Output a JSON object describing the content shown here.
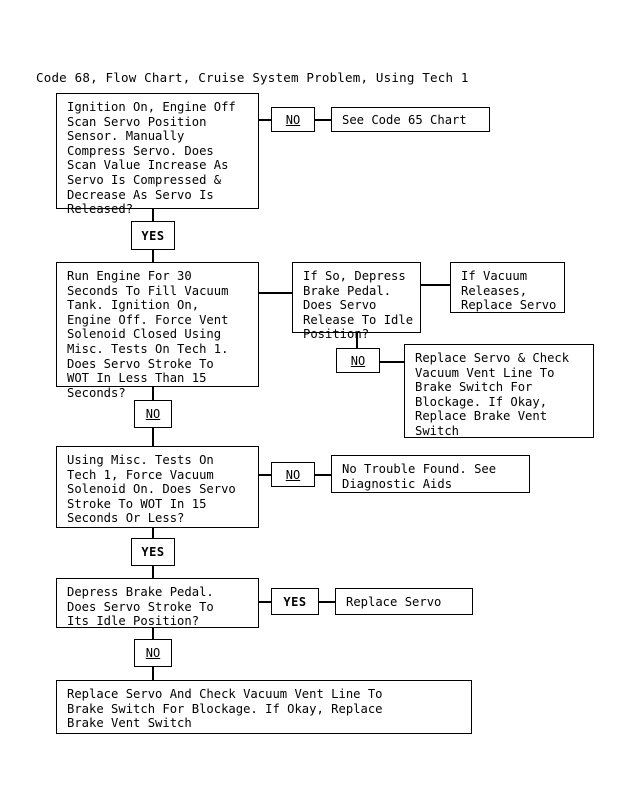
{
  "title": "Code 68, Flow Chart, Cruise System Problem, Using Tech 1",
  "boxes": {
    "step1": "Ignition On, Engine Off\nScan Servo Position\nSensor. Manually\nCompress Servo. Does\nScan Value Increase As\nServo Is Compressed &\nDecrease As Servo Is\nReleased?",
    "code65": "See Code 65 Chart",
    "step2": "Run Engine For 30\nSeconds To Fill Vacuum\nTank. Ignition On,\nEngine Off. Force Vent\nSolenoid Closed Using\nMisc. Tests On Tech 1.\nDoes Servo Stroke To\nWOT In Less Than 15\nSeconds?",
    "step2b": "If So, Depress\nBrake Pedal.\nDoes Servo\nRelease To Idle\nPosition?",
    "vacuum_release": "If Vacuum\nReleases,\nReplace Servo",
    "replace_servo_check": "Replace Servo & Check\nVacuum Vent Line To\nBrake Switch For\nBlockage. If Okay,\nReplace Brake Vent\nSwitch",
    "step3": "Using Misc. Tests On\nTech 1, Force Vacuum\nSolenoid On. Does Servo\nStroke To WOT In 15\nSeconds Or Less?",
    "no_trouble": "No Trouble Found. See\nDiagnostic Aids",
    "step4": "Depress Brake Pedal.\nDoes Servo Stroke To\nIts Idle Position?",
    "replace_servo": "Replace Servo",
    "final": "Replace Servo And Check Vacuum Vent Line To\nBrake Switch For Blockage. If Okay, Replace\nBrake Vent Switch"
  },
  "connectors": {
    "step1_no": "NO",
    "step1_yes": "YES",
    "step2b_no": "NO",
    "step2_no": "NO",
    "step3_no": "NO",
    "step3_yes": "YES",
    "step4_yes": "YES",
    "step4_no": "NO"
  },
  "colors": {
    "ink": "#000000",
    "paper": "#ffffff"
  }
}
